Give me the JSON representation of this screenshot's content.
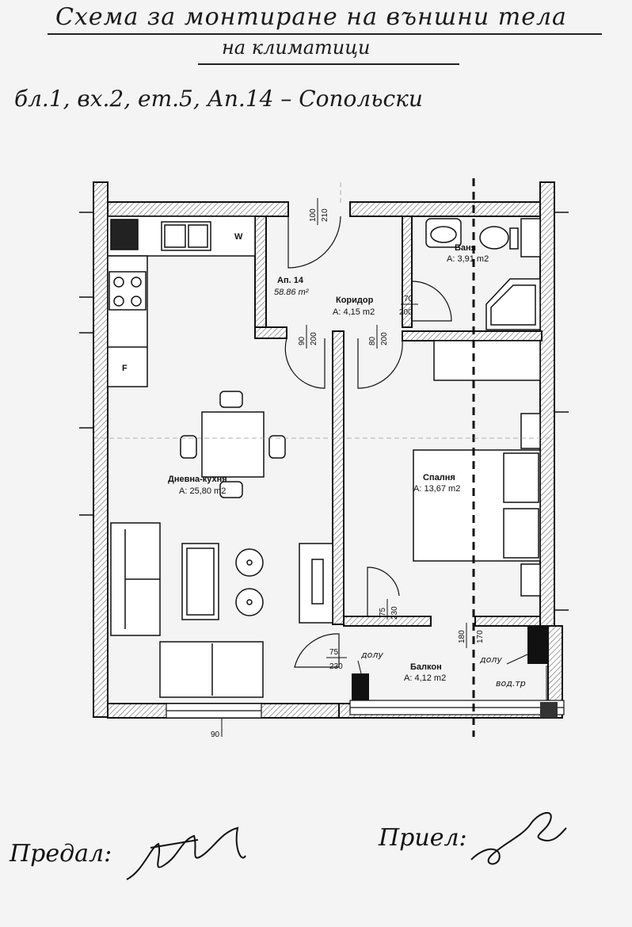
{
  "header": {
    "title_line1": "Схема за монтиране на външни тела",
    "title_line2": "на климатици",
    "address_line": "бл.1, вх.2, ет.5, Ап.14 – Сопольски"
  },
  "apartment": {
    "name": "Ап. 14",
    "area": "58.86 m²"
  },
  "rooms": {
    "living": {
      "name": "Дневна-кухня",
      "area": "A: 25,80 m2"
    },
    "corridor": {
      "name": "Коридор",
      "area": "A: 4,15 m2"
    },
    "bath": {
      "name": "Баня",
      "area": "A: 3,91 m2"
    },
    "bedroom": {
      "name": "Спалня",
      "area": "A: 13,67 m2"
    },
    "balcony": {
      "name": "Балкон",
      "area": "A: 4,12 m2"
    }
  },
  "fixtures": {
    "washer": "W",
    "fridge": "F",
    "drain_note": "вод.тр"
  },
  "dimensions": {
    "entrance": {
      "top": "100",
      "bottom": "210"
    },
    "bath_door": {
      "top": "70",
      "bottom": "200"
    },
    "living_door": {
      "a": "90",
      "b": "200"
    },
    "corridor_door": {
      "a": "80",
      "b": "200"
    },
    "bedroom_balcony_door": {
      "a": "75",
      "b": "230"
    },
    "balcony_door": {
      "top": "75",
      "bottom": "230"
    },
    "window": {
      "a": "180",
      "b": "170"
    },
    "bottom_mark": "90"
  },
  "annotations": {
    "unit_left": "долу",
    "unit_right": "долу"
  },
  "signatures": {
    "handed_over": "Предал:",
    "received": "Приел:"
  }
}
